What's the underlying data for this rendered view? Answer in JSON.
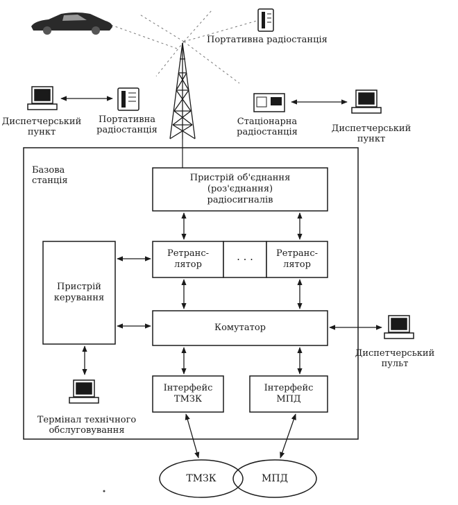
{
  "labels": {
    "portable_top": "Портативна радіостанція",
    "dispatch_point_left": [
      "Диспетчерський",
      "пункт"
    ],
    "portable_left": [
      "Портативна",
      "радіостанція"
    ],
    "stationary": [
      "Стаціонарна",
      "радіостанція"
    ],
    "dispatch_point_right": [
      "Диспетчерський",
      "пункт"
    ],
    "base_station": [
      "Базова",
      "станція"
    ],
    "dispatch_console": [
      "Диспетчерський",
      "пульт"
    ],
    "maintenance_terminal": [
      "Термінал технічного",
      "обслуговування"
    ]
  },
  "blocks": {
    "combiner": [
      "Пристрій об'єднання",
      "(роз'єднання)",
      "радіосигналів"
    ],
    "repeater_1": [
      "Ретранс-",
      "лятор"
    ],
    "dots": "· · ·",
    "repeater_2": [
      "Ретранс-",
      "лятор"
    ],
    "control": [
      "Пристрій",
      "керування"
    ],
    "switch": "Комутатор",
    "iface_tmzk": [
      "Інтерфейс",
      "ТМЗК"
    ],
    "iface_mpd": [
      "Інтерфейс",
      "МПД"
    ]
  },
  "networks": {
    "tmzk": "ТМЗК",
    "mpd": "МПД"
  },
  "icons": [
    "car-icon",
    "antenna-tower-icon",
    "portable-radio-icon",
    "stationary-radio-icon",
    "computer-terminal-icon"
  ]
}
